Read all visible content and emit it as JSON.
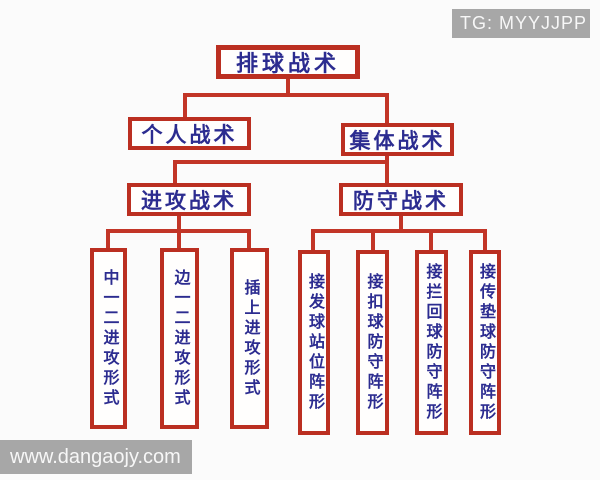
{
  "badges": {
    "tg": "TG: MYYJJPP",
    "watermark": "www.dangaojy.com"
  },
  "colors": {
    "box_border_red": "#bb2f21",
    "connector_red": "#c23527",
    "text_navy": "#2c2c90",
    "badge_gray": "#a7a7a7",
    "badge_text": "#f7f7f7",
    "background": "#fbfbfb"
  },
  "tree": {
    "root": {
      "label": "排球战术"
    },
    "level2": [
      {
        "label": "个人战术"
      },
      {
        "label": "集体战术"
      }
    ],
    "level3": [
      {
        "label": "进攻战术",
        "parent": "集体战术"
      },
      {
        "label": "防守战术",
        "parent": "集体战术"
      }
    ],
    "leaves": [
      {
        "label": "中一二进攻形式",
        "parent": "进攻战术"
      },
      {
        "label": "边一二进攻形式",
        "parent": "进攻战术"
      },
      {
        "label": "插上进攻形式",
        "parent": "进攻战术"
      },
      {
        "label": "接发球站位阵形",
        "parent": "防守战术"
      },
      {
        "label": "接扣球防守阵形",
        "parent": "防守战术"
      },
      {
        "label": "接拦回球防守阵形",
        "parent": "防守战术"
      },
      {
        "label": "接传垫球防守阵形",
        "parent": "防守战术"
      }
    ]
  }
}
